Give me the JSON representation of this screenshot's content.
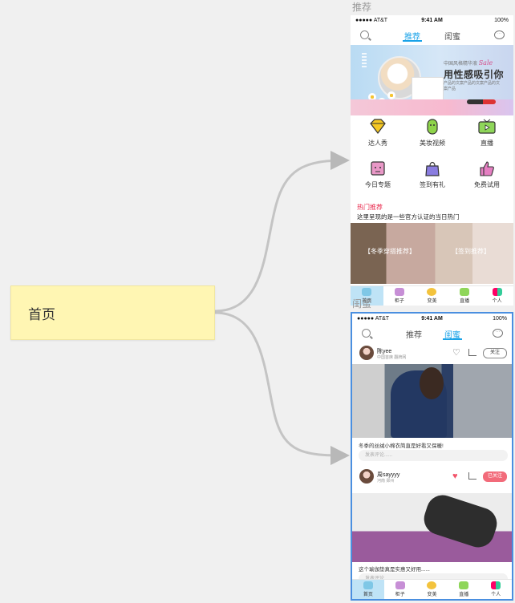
{
  "root": {
    "label": "首页"
  },
  "frames": [
    {
      "label": "推荐",
      "status": {
        "carrier": "●●●●● AT&T",
        "time": "9:41 AM",
        "battery": "100%"
      },
      "tabs": [
        "推荐",
        "闺蜜"
      ],
      "banner": {
        "small": "中国风格精华液",
        "sale": "Sale",
        "headline": "用性感吸引你",
        "sub": "产品的文案产品的文案产品的文案产品"
      },
      "grid": [
        "达人秀",
        "美妆视频",
        "直播",
        "今日专题",
        "签到有礼",
        "免费试用"
      ],
      "hot": {
        "title": "热门推荐",
        "desc": "这里呈现的是一些官方认证的当日热门"
      },
      "hot_tags": [
        "【冬季穿搭推荐】",
        "【签到推荐】"
      ],
      "tabbar": [
        "首页",
        "柜子",
        "变美",
        "直播",
        "个人"
      ]
    },
    {
      "label": "闺蜜",
      "status": {
        "carrier": "●●●●● AT&T",
        "time": "9:41 AM",
        "battery": "100%"
      },
      "tabs": [
        "推荐",
        "闺蜜"
      ],
      "posts": [
        {
          "name": "陈yee",
          "sub": "中国首席 翻牌网",
          "follow": "关注",
          "caption": "冬季的丝绒小棉衣简直是好看又保暖!",
          "comment": "发表评论......"
        },
        {
          "name": "周sayyyy",
          "sub": "河南 郑州",
          "follow": "已关注",
          "caption": "这个瑜伽垫真是实惠又好用......",
          "comment": "发表评论"
        }
      ],
      "tabbar": [
        "首页",
        "柜子",
        "变美",
        "直播",
        "个人"
      ]
    }
  ],
  "colors": {
    "accent": "#1aa3e8",
    "hot": "#e8264a",
    "follow_on": "#f26b7a",
    "selected_border": "#4a8fe0",
    "root_bg": "#fff6b3"
  }
}
